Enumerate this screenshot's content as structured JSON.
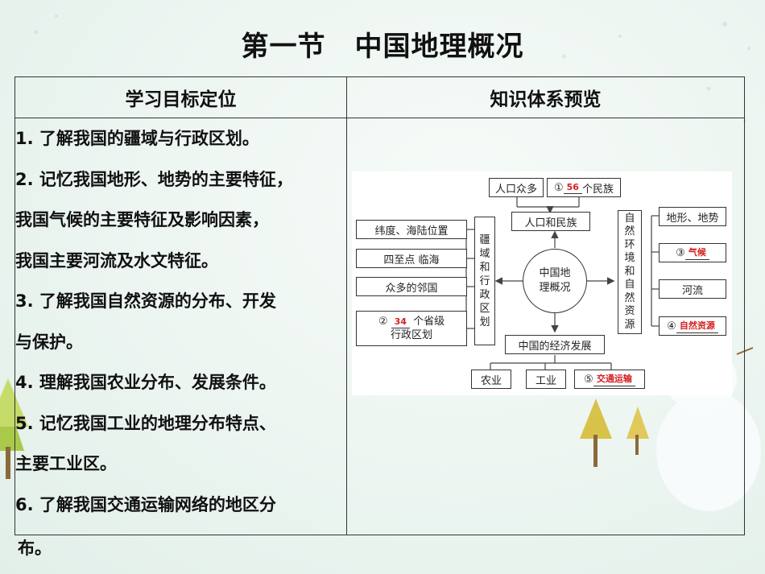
{
  "title": {
    "part1": "第一节",
    "part2": "中国地理概况"
  },
  "table": {
    "headers": [
      "学习目标定位",
      "知识体系预览"
    ],
    "goal_lines": [
      "1. 了解我国的疆域与行政区划。",
      "2. 记忆我国地形、地势的主要特征，",
      "我国气候的主要特征及影响因素，",
      "我国主要河流及水文特征。",
      "3. 了解我国自然资源的分布、开发",
      "与保护。",
      "4. 理解我国农业分布、发展条件。",
      "5. 记忆我国工业的地理分布特点、",
      "主要工业区。",
      "6. 了解我国交通运输网络的地区分",
      "布。"
    ]
  },
  "diagram": {
    "center": [
      "中国地",
      "理概况"
    ],
    "top": {
      "people_many": "人口众多",
      "ethnic_prefix": "①",
      "ethnic_answer": "56",
      "ethnic_suffix": "个民族",
      "pop_ethnic": "人口和民族"
    },
    "left_label": [
      "疆",
      "域",
      "和",
      "行",
      "政",
      "区",
      "划"
    ],
    "left_items": {
      "item1": "纬度、海陆位置",
      "item2": "四至点 临海",
      "item3": "众多的邻国",
      "item4_prefix": "②",
      "item4_answer": "34",
      "item4_suffix": "个省级",
      "item4_line2": "行政区划"
    },
    "right_label": [
      "自",
      "然",
      "环",
      "境",
      "和",
      "自",
      "然",
      "资",
      "源"
    ],
    "right_items": {
      "item1": "地形、地势",
      "item2_prefix": "③",
      "item2_answer": "气候",
      "item3": "河流",
      "item4_prefix": "④",
      "item4_answer": "自然资源"
    },
    "bottom": {
      "economy": "中国的经济发展",
      "agri": "农业",
      "industry": "工业",
      "transport_prefix": "⑤",
      "transport_answer": "交通运输"
    },
    "answer_color": "#d42020"
  }
}
